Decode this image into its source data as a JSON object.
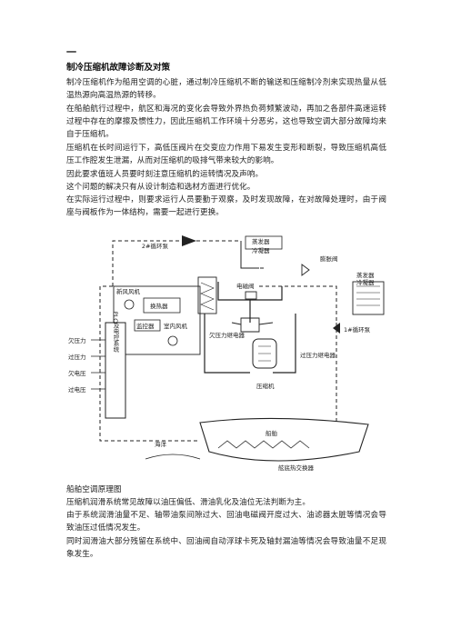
{
  "heading_mark": "一",
  "title": "制冷压缩机故障诊断及对策",
  "paragraphs": {
    "p1": "制冷压缩机作为船用空调的心脏，通过制冷压缩机不断的输送和压缩制冷剂来实现热量从低温热源向高温热源的转移。",
    "p2": "在船舶航行过程中，航区和海况的变化会导致外界热负荷频繁波动，再加之各部件高速运转过程中存在的摩擦及惯性力，因此压缩机工作环境十分恶劣，这也导致空调大部分故障均来自于压缩机。",
    "p3": "压缩机在长时间运行下，高低压阀片在交变应力作用下易发生变形和断裂，导致压缩机高低压工作腔发生泄漏，从而对压缩机的吸排气带来较大的影响。",
    "p4": "因此要求值班人员要时刻注意压缩机的运转情况及声响。",
    "p5": "这个问题的解决只有从设计制造和选材方面进行优化。",
    "p6": "在实际运行过程中，则要求运行人员要勤于观察，及时发现故障，在对故障处理时，由于阀座与阀板作为一体结构，需要一起进行更换。",
    "caption": "船舶空调原理图",
    "p7": "压缩机润滑系统常见故障以油压偏低、滑油乳化及油位无法判断为主。",
    "p8": "由于系统润滑油量不足、轴带油泵间隙过大、回油电磁阀开度过大、油滤器太脏等情况会导致油压过低情况发生。",
    "p9": "同时润滑油大部分残留在系统中、回油阀自动浮球卡死及轴封漏油等情况会导致油量不足现象发生。"
  },
  "diagram": {
    "pump2": "2#循环泵",
    "pump1": "1#循环泵",
    "evap_cond_top1": "蒸发器",
    "evap_cond_top2": "冷凝器",
    "evap_cond_right1": "蒸发器",
    "evap_cond_right2": "冷凝器",
    "expansion_valve": "膨胀阀",
    "solenoid_valve": "电磁阀",
    "fresh_air_fan": "新风风机",
    "heat_exchanger": "换热器",
    "monitor": "监控器",
    "indoor_fan": "室内风机",
    "underpressure_relay": "欠压力继电器",
    "overpressure_relay": "过压力继电器",
    "compressor": "压缩机",
    "plc_system": "PLC及电控系统",
    "under_pressure": "欠压力",
    "over_pressure": "过压力",
    "under_voltage": "欠电压",
    "over_voltage": "过电压",
    "ship_hull": "船舶",
    "ocean": "海洋",
    "bottom_hx": "舷底热交换器"
  }
}
